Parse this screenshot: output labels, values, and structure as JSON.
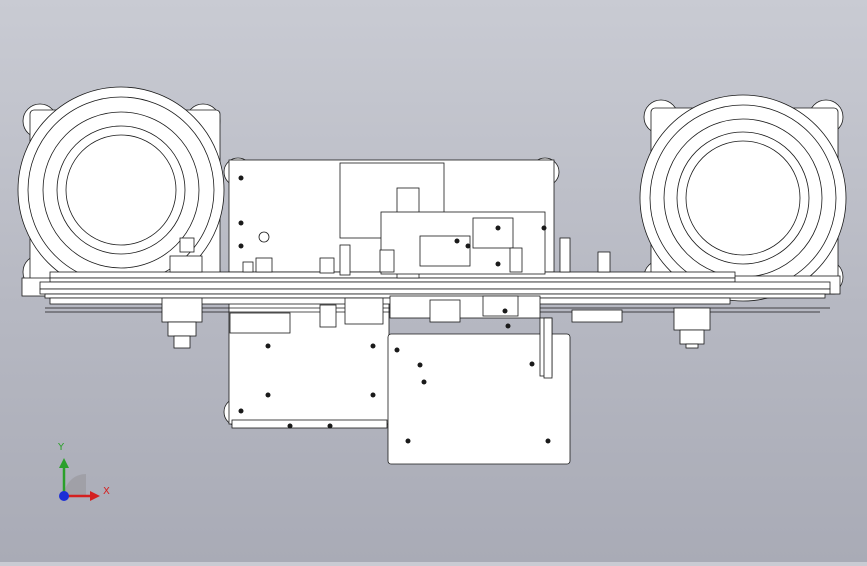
{
  "view": {
    "type": "CAD assembly top view",
    "background": "#bfc1c9",
    "line_color": "#1a1a1a",
    "part_fill": "#ffffff"
  },
  "triad": {
    "x_label": "X",
    "y_label": "Y",
    "x_color": "#d42020",
    "y_color": "#2aa02a",
    "z_color": "#1c2fd6"
  }
}
